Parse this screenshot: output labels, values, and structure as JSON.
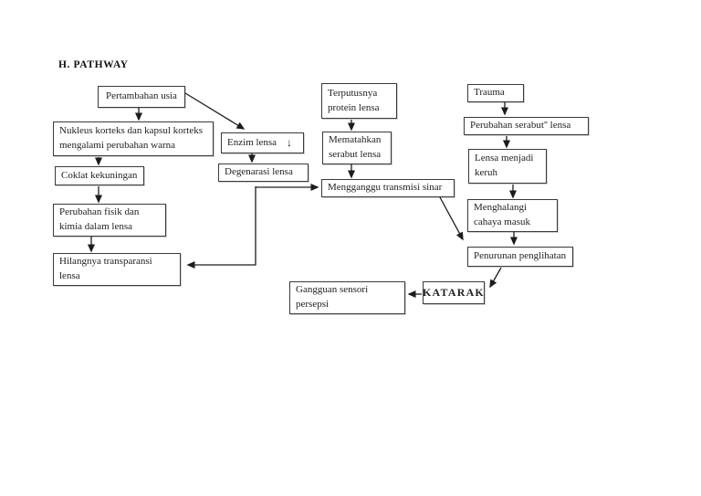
{
  "page": {
    "title": "H. PATHWAY",
    "background_color": "#ffffff",
    "ink_color": "#222222",
    "box_border_color": "#3a3a3a"
  },
  "diagram": {
    "type": "flowchart",
    "language": "Indonesian",
    "topic": "Katarak (cataract) pathophysiology pathway",
    "nodes": {
      "pertambahan": {
        "label": "Pertambahan usia"
      },
      "nukleus": {
        "label": "Nukleus korteks dan kapsul korteks mengalami perubahan warna"
      },
      "coklat": {
        "label": "Coklat kekuningan"
      },
      "fisik": {
        "label": "Perubahan fisik dan kimia dalam lensa"
      },
      "hilang": {
        "label": "Hilangnya transparansi lensa"
      },
      "enzim": {
        "label": "Enzim lensa",
        "decrease_arrow": "↓"
      },
      "degenarasi": {
        "label": "Degenarasi lensa"
      },
      "terputus": {
        "label": "Terputusnya protein lensa"
      },
      "mematahkan": {
        "label": "Mematahkan serabut lensa"
      },
      "mengganggu": {
        "label": "Mengganggu transmisi sinar"
      },
      "trauma": {
        "label": "Trauma"
      },
      "serabut": {
        "label": "Perubahan serabut'' lensa"
      },
      "keruh": {
        "label": "Lensa menjadi keruh"
      },
      "menghalangi": {
        "label": "Menghalangi cahaya masuk"
      },
      "penurunan": {
        "label": "Penurunan penglihatan"
      },
      "katarak": {
        "label": "KATARAK"
      },
      "gangguan": {
        "label": "Gangguan sensori persepsi"
      }
    },
    "edges": [
      {
        "from": "pertambahan",
        "to": "nukleus"
      },
      {
        "from": "pertambahan",
        "to": "enzim"
      },
      {
        "from": "nukleus",
        "to": "coklat"
      },
      {
        "from": "coklat",
        "to": "fisik"
      },
      {
        "from": "fisik",
        "to": "hilang"
      },
      {
        "from": "enzim",
        "to": "degenarasi"
      },
      {
        "from": "degenarasi",
        "to": "mengganggu"
      },
      {
        "from": "degenarasi",
        "to": "hilang"
      },
      {
        "from": "terputus",
        "to": "mematahkan"
      },
      {
        "from": "mematahkan",
        "to": "mengganggu"
      },
      {
        "from": "mengganggu",
        "to": "penurunan"
      },
      {
        "from": "trauma",
        "to": "serabut"
      },
      {
        "from": "serabut",
        "to": "keruh"
      },
      {
        "from": "keruh",
        "to": "menghalangi"
      },
      {
        "from": "menghalangi",
        "to": "penurunan"
      },
      {
        "from": "penurunan",
        "to": "katarak"
      },
      {
        "from": "katarak",
        "to": "gangguan"
      }
    ]
  }
}
